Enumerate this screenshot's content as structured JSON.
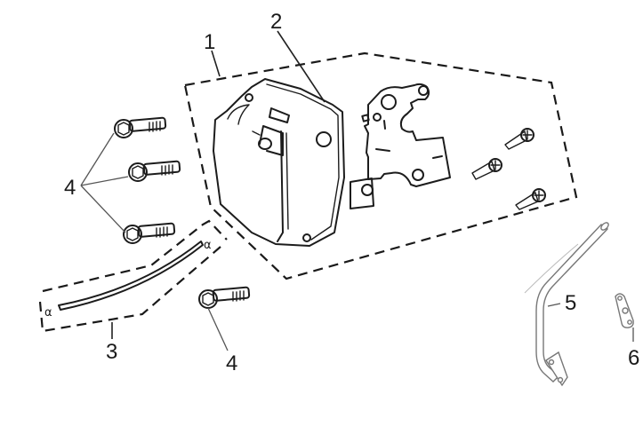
{
  "diagram": {
    "title": "Cylinder head cover exploded parts diagram",
    "background": "#ffffff",
    "line_color": "#1c1c1c",
    "callouts": [
      {
        "id": "1",
        "label": "1",
        "part": "cylinder-head-cover-assembly (dashed group)"
      },
      {
        "id": "2",
        "label": "2",
        "part": "cylinder-head-cover-gasket"
      },
      {
        "id": "3",
        "label": "3",
        "part": "breather-hose-with-clips"
      },
      {
        "id": "4a",
        "label": "4",
        "part": "flange-bolt (x3, left)"
      },
      {
        "id": "4b",
        "label": "4",
        "part": "flange-bolt (bottom)"
      },
      {
        "id": "5",
        "label": "5",
        "part": "oil-pipe"
      },
      {
        "id": "6",
        "label": "6",
        "part": "oil-pipe-gasket"
      }
    ]
  }
}
